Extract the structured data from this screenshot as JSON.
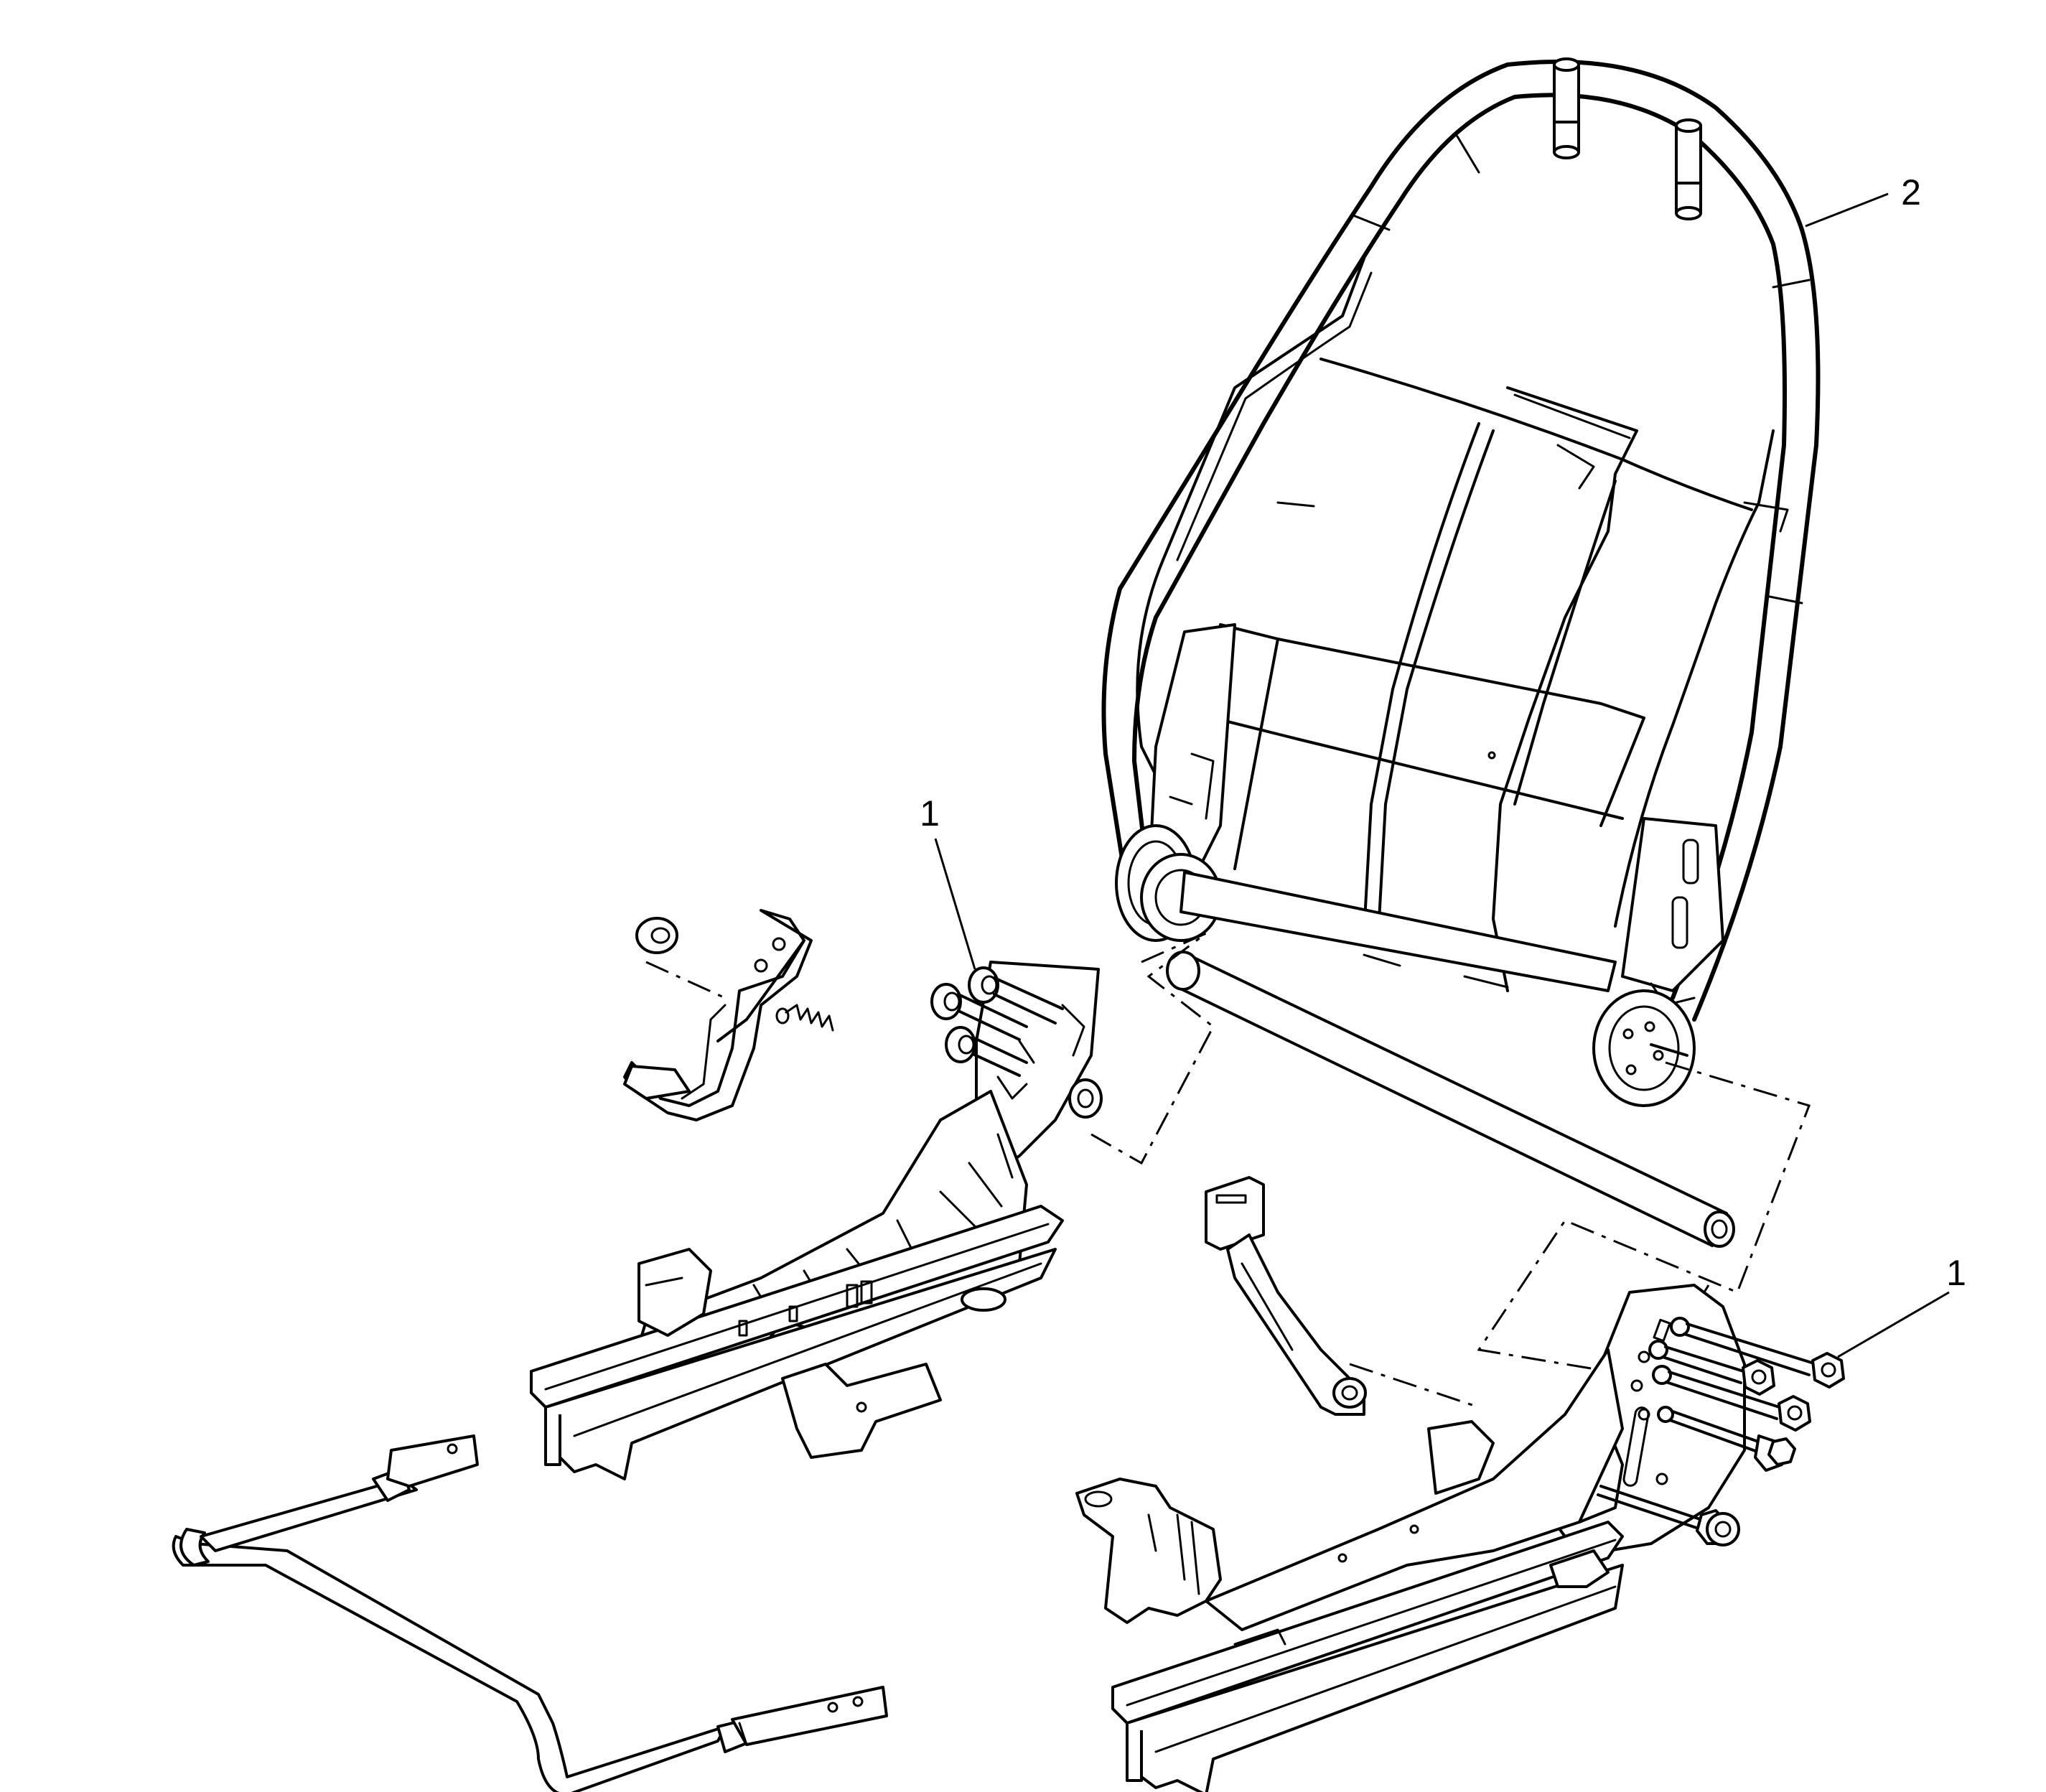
{
  "callouts": [
    {
      "id": "callout-1-left",
      "text": "1"
    },
    {
      "id": "callout-1-right",
      "text": "1"
    },
    {
      "id": "callout-2",
      "text": "2"
    }
  ]
}
